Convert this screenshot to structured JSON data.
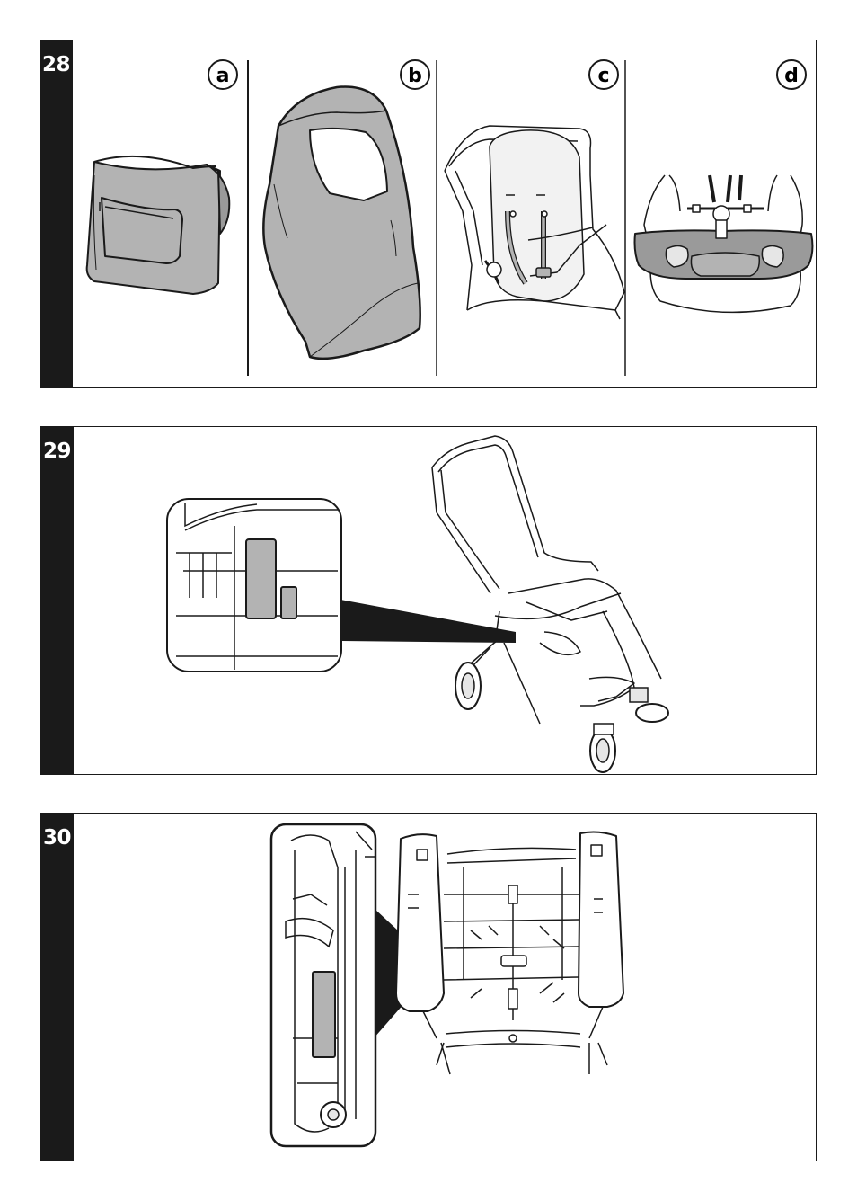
{
  "steps": [
    {
      "number": "28",
      "sub_panels": [
        "a",
        "b",
        "c",
        "d"
      ]
    },
    {
      "number": "29"
    },
    {
      "number": "30"
    }
  ],
  "colors": {
    "ink": "#1a1a1a",
    "fill_grey": "#b3b3b3",
    "light_grey": "#e6e6e6"
  }
}
